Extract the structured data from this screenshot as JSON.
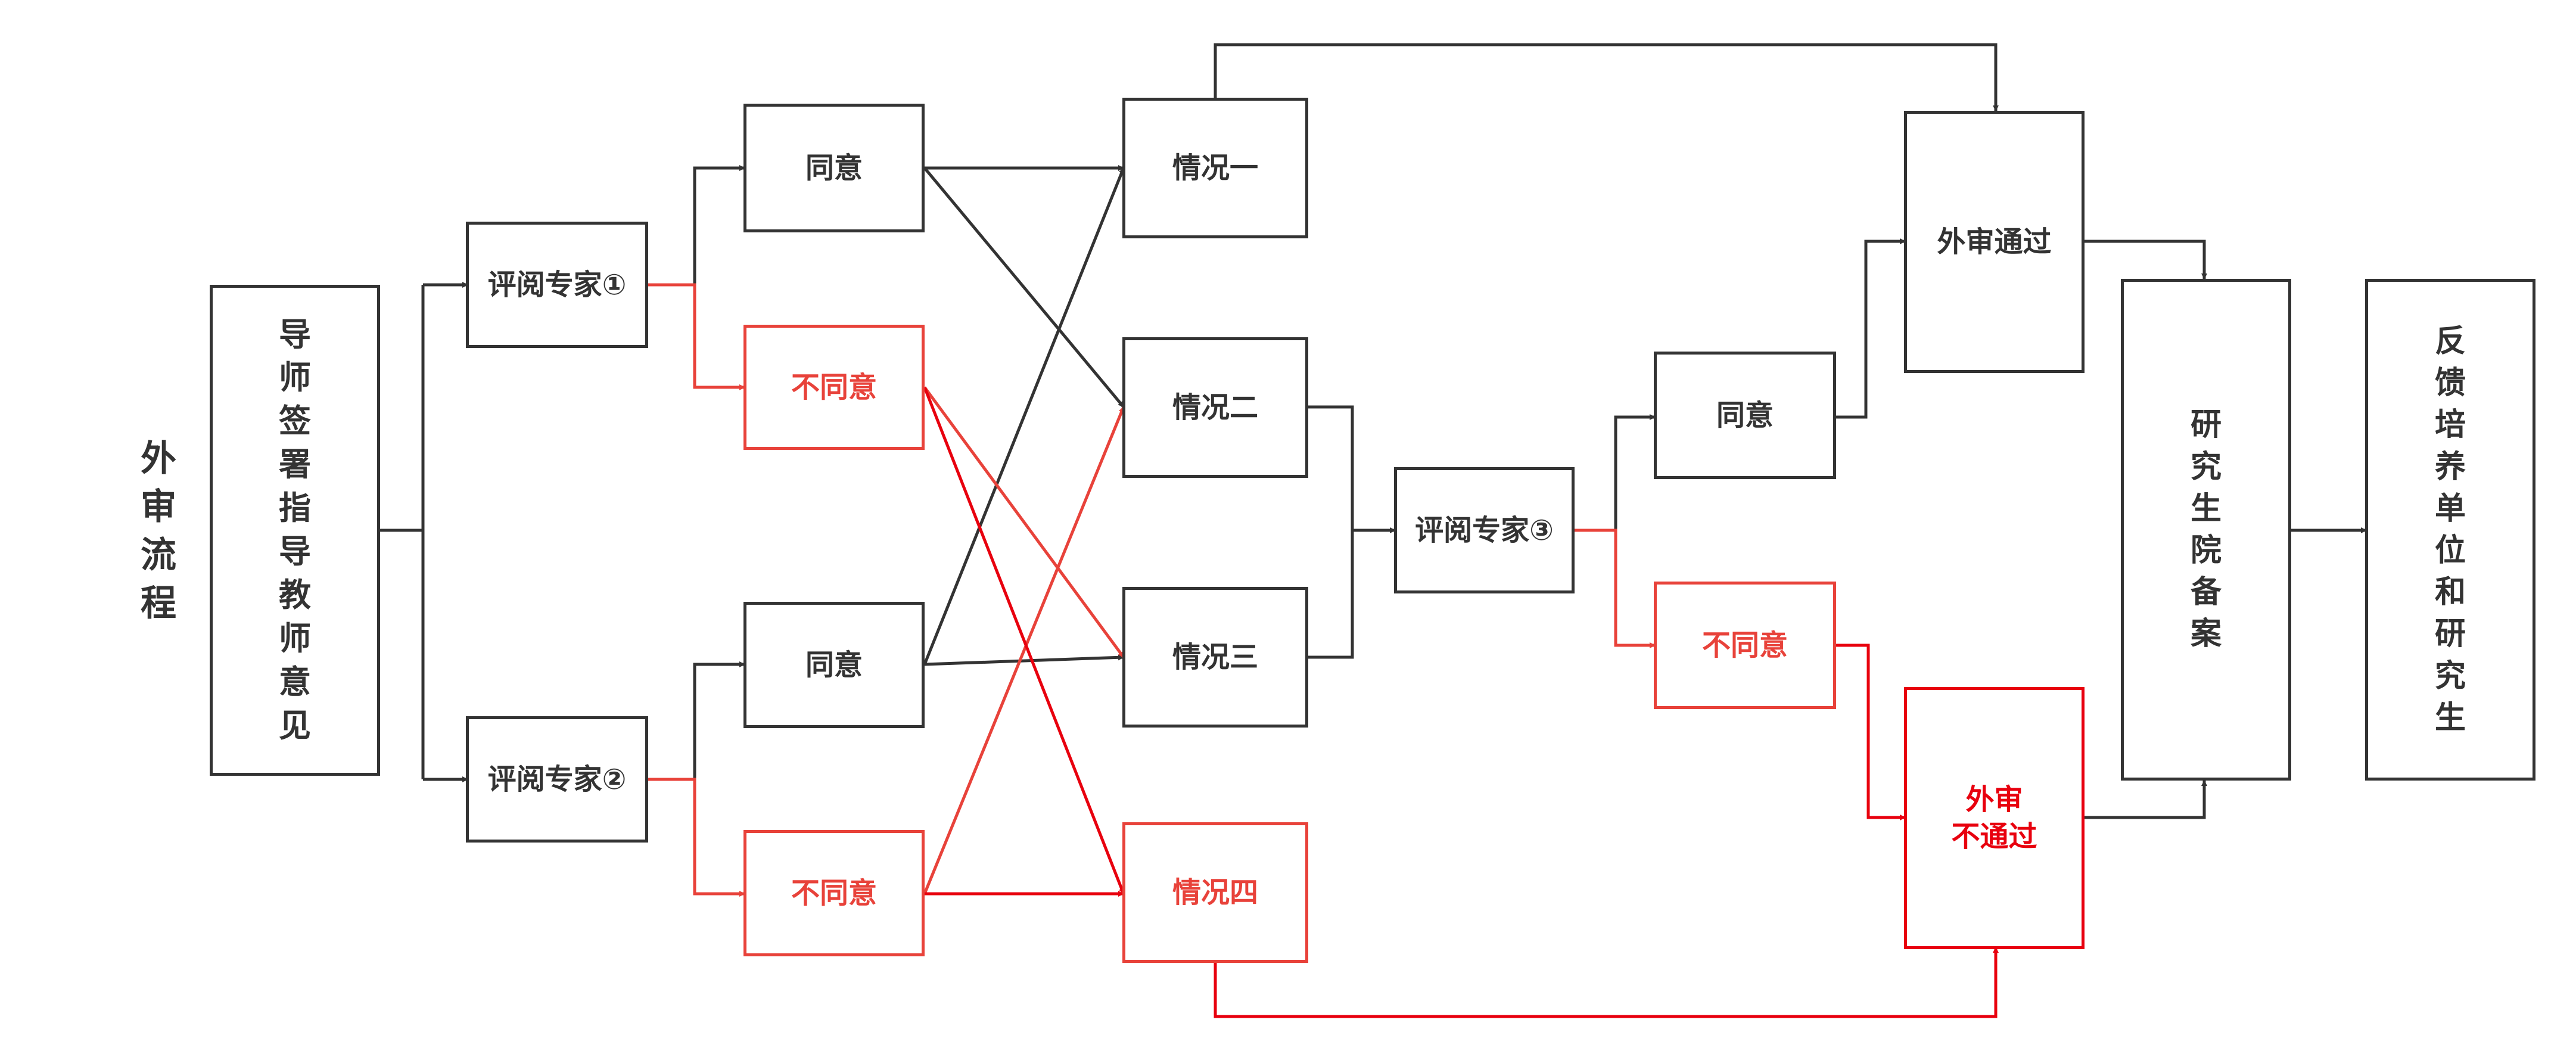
{
  "title": "外审流程",
  "nodes": {
    "advisor": "导师签署指导教师意见",
    "reviewer1": "评阅专家①",
    "reviewer2": "评阅专家②",
    "r1_agree": "同意",
    "r1_disagree": "不同意",
    "r2_agree": "同意",
    "r2_disagree": "不同意",
    "case1": "情况一",
    "case2": "情况二",
    "case3": "情况三",
    "case4": "情况四",
    "reviewer3": "评阅专家③",
    "r3_agree": "同意",
    "r3_disagree": "不同意",
    "pass": "外审通过",
    "fail": "外审\n不通过",
    "graduate_school": "研究生院备案",
    "feedback": "反馈培养单位和研究生"
  },
  "colors": {
    "normal": "#333333",
    "disagree": "#E8423A",
    "fail": "#E8000E"
  }
}
